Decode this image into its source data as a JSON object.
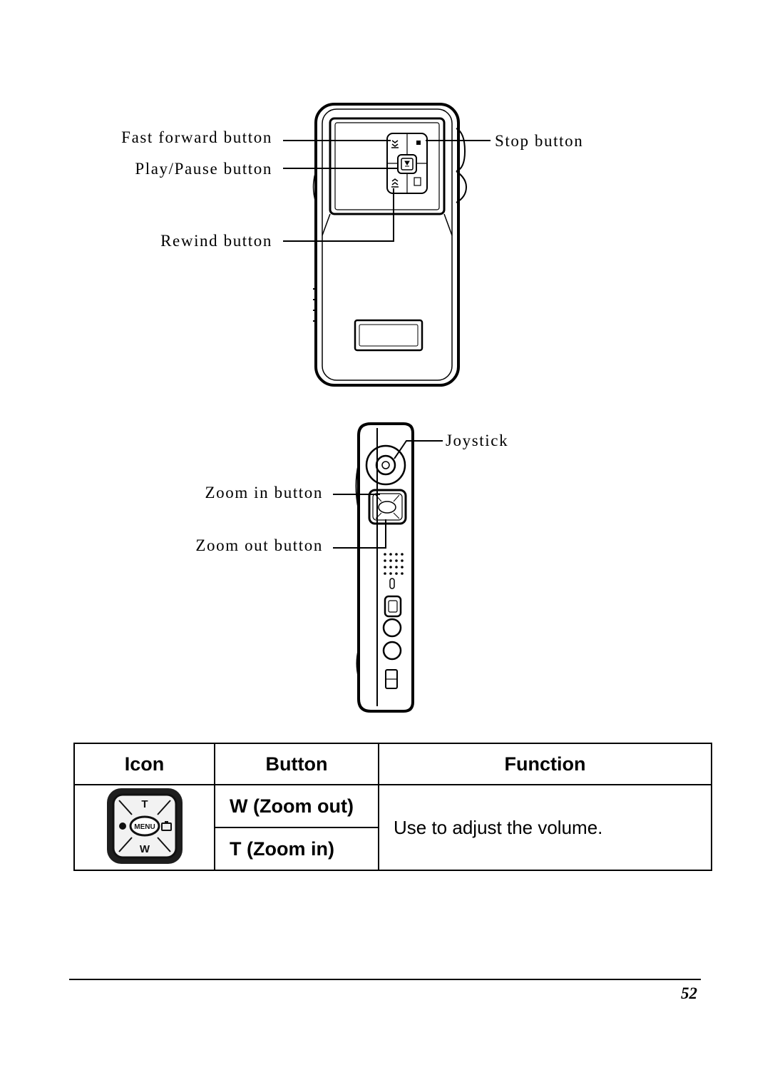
{
  "figure_top": {
    "labels": {
      "fast_forward": "Fast forward button",
      "play_pause": "Play/Pause button",
      "rewind": "Rewind button",
      "stop": "Stop button"
    }
  },
  "figure_side": {
    "labels": {
      "joystick": "Joystick",
      "zoom_in": "Zoom in button",
      "zoom_out": "Zoom out button"
    }
  },
  "table": {
    "headers": {
      "icon": "Icon",
      "button": "Button",
      "function": "Function"
    },
    "rows": [
      {
        "icon": "zoom-menu-pad-icon",
        "icon_letters": {
          "top": "T",
          "bottom": "W",
          "center": "MENU"
        },
        "buttons": [
          "W (Zoom out)",
          "T (Zoom in)"
        ],
        "function": "Use to adjust the volume."
      }
    ]
  },
  "footer": {
    "page_number": "52"
  }
}
